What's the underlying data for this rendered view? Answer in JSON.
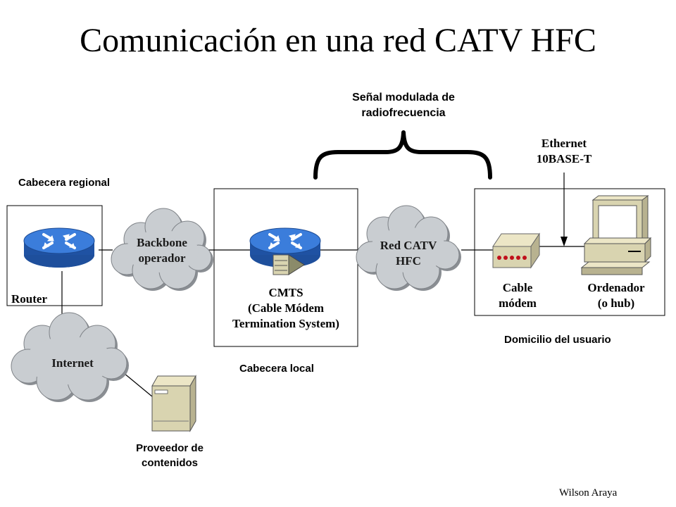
{
  "title": "Comunicación en una red CATV HFC",
  "labels": {
    "signal_line1": "Señal modulada de",
    "signal_line2": "radiofrecuencia",
    "ethernet_line1": "Ethernet",
    "ethernet_line2": "10BASE-T",
    "cabecera_regional": "Cabecera regional",
    "router": "Router",
    "backbone_line1": "Backbone",
    "backbone_line2": "operador",
    "cmts_line1": "CMTS",
    "cmts_line2": "(Cable Módem",
    "cmts_line3": "Termination System)",
    "red_catv_line1": "Red CATV",
    "red_catv_line2": "HFC",
    "cable_modem_line1": "Cable",
    "cable_modem_line2": "módem",
    "ordenador_line1": "Ordenador",
    "ordenador_line2": "(o hub)",
    "domicilio": "Domicilio del usuario",
    "cabecera_local": "Cabecera local",
    "internet": "Internet",
    "proveedor_line1": "Proveedor de",
    "proveedor_line2": "contenidos"
  },
  "author": "Wilson Araya",
  "colors": {
    "router_blue": "#2f6fd1",
    "cloud_fill": "#c9cdd1",
    "modem_led": "#c0101a",
    "device_beige": "#d9d4b0"
  }
}
